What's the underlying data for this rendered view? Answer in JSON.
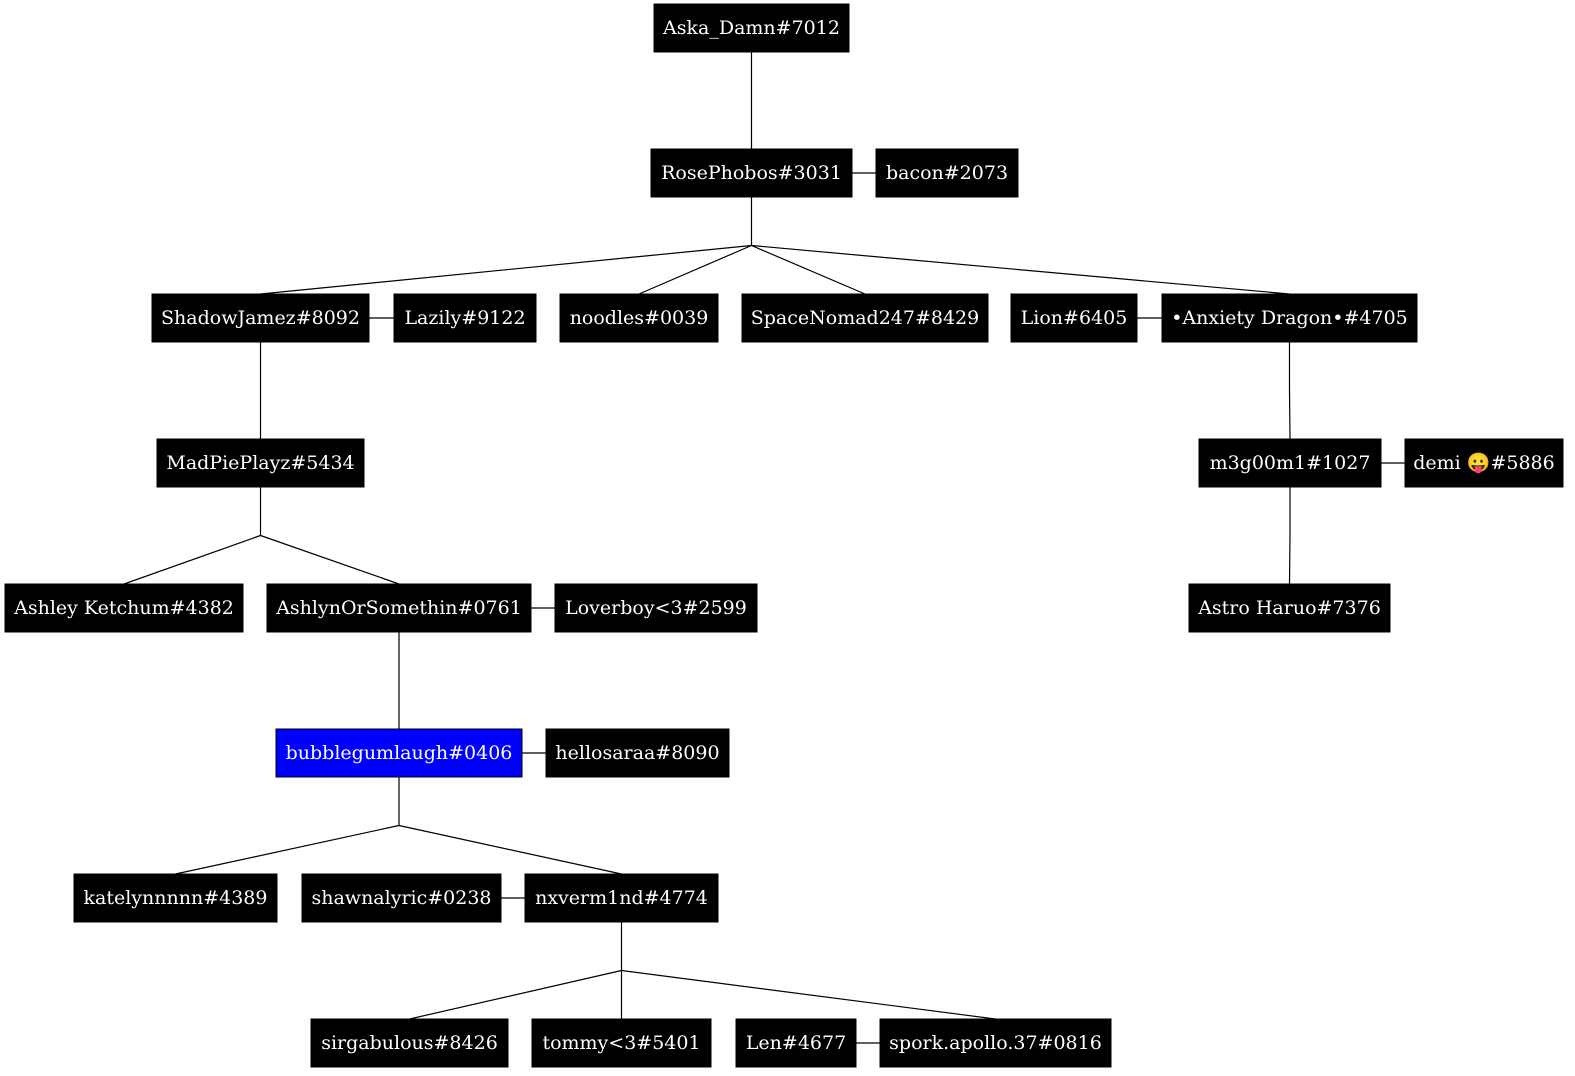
{
  "colors": {
    "node_fill": "#000000",
    "node_text": "#ffffff",
    "highlight_fill": "#0000ff",
    "edge": "#000000"
  },
  "nodes": [
    {
      "id": "aska",
      "label": "Aska_Damn#7012"
    },
    {
      "id": "rose",
      "label": "RosePhobos#3031"
    },
    {
      "id": "bacon",
      "label": "bacon#2073"
    },
    {
      "id": "shadow",
      "label": "ShadowJamez#8092"
    },
    {
      "id": "lazily",
      "label": "Lazily#9122"
    },
    {
      "id": "noodles",
      "label": "noodles#0039"
    },
    {
      "id": "space",
      "label": "SpaceNomad247#8429"
    },
    {
      "id": "lion",
      "label": "Lion#6405"
    },
    {
      "id": "anxiety",
      "label": "•Anxiety Dragon•#4705"
    },
    {
      "id": "madpie",
      "label": "MadPiePlayz#5434"
    },
    {
      "id": "m3g",
      "label": "m3g00m1#1027"
    },
    {
      "id": "demi",
      "label": "demi 😛#5886"
    },
    {
      "id": "ashley",
      "label": "Ashley Ketchum#4382"
    },
    {
      "id": "ashlyn",
      "label": "AshlynOrSomethin#0761"
    },
    {
      "id": "loverboy",
      "label": "Loverboy<3#2599"
    },
    {
      "id": "astro",
      "label": "Astro Haruo#7376"
    },
    {
      "id": "bubble",
      "label": "bubblegumlaugh#0406",
      "highlight": true
    },
    {
      "id": "hello",
      "label": "hellosaraa#8090"
    },
    {
      "id": "kate",
      "label": "katelynnnnn#4389"
    },
    {
      "id": "shawna",
      "label": "shawnalyric#0238"
    },
    {
      "id": "nxverm",
      "label": "nxverm1nd#4774"
    },
    {
      "id": "sirg",
      "label": "sirgabulous#8426"
    },
    {
      "id": "tommy",
      "label": "tommy<3#5401"
    },
    {
      "id": "len",
      "label": "Len#4677"
    },
    {
      "id": "spork",
      "label": "spork.apollo.37#0816"
    }
  ],
  "partners": [
    [
      "rose",
      "bacon"
    ],
    [
      "shadow",
      "lazily"
    ],
    [
      "lion",
      "anxiety"
    ],
    [
      "m3g",
      "demi"
    ],
    [
      "ashlyn",
      "loverboy"
    ],
    [
      "bubble",
      "hello"
    ],
    [
      "shawna",
      "nxverm"
    ],
    [
      "len",
      "spork"
    ]
  ],
  "families": [
    {
      "parent": "aska",
      "children": [
        "rose"
      ]
    },
    {
      "parent": "rose",
      "children": [
        "shadow",
        "noodles",
        "space",
        "anxiety"
      ]
    },
    {
      "parent": "shadow",
      "children": [
        "madpie"
      ]
    },
    {
      "parent": "anxiety",
      "children": [
        "m3g"
      ]
    },
    {
      "parent": "madpie",
      "children": [
        "ashley",
        "ashlyn"
      ]
    },
    {
      "parent": "m3g",
      "children": [
        "astro"
      ]
    },
    {
      "parent": "ashlyn",
      "children": [
        "bubble"
      ]
    },
    {
      "parent": "bubble",
      "children": [
        "kate",
        "nxverm"
      ]
    },
    {
      "parent": "nxverm",
      "children": [
        "sirg",
        "tommy",
        "spork"
      ]
    }
  ]
}
